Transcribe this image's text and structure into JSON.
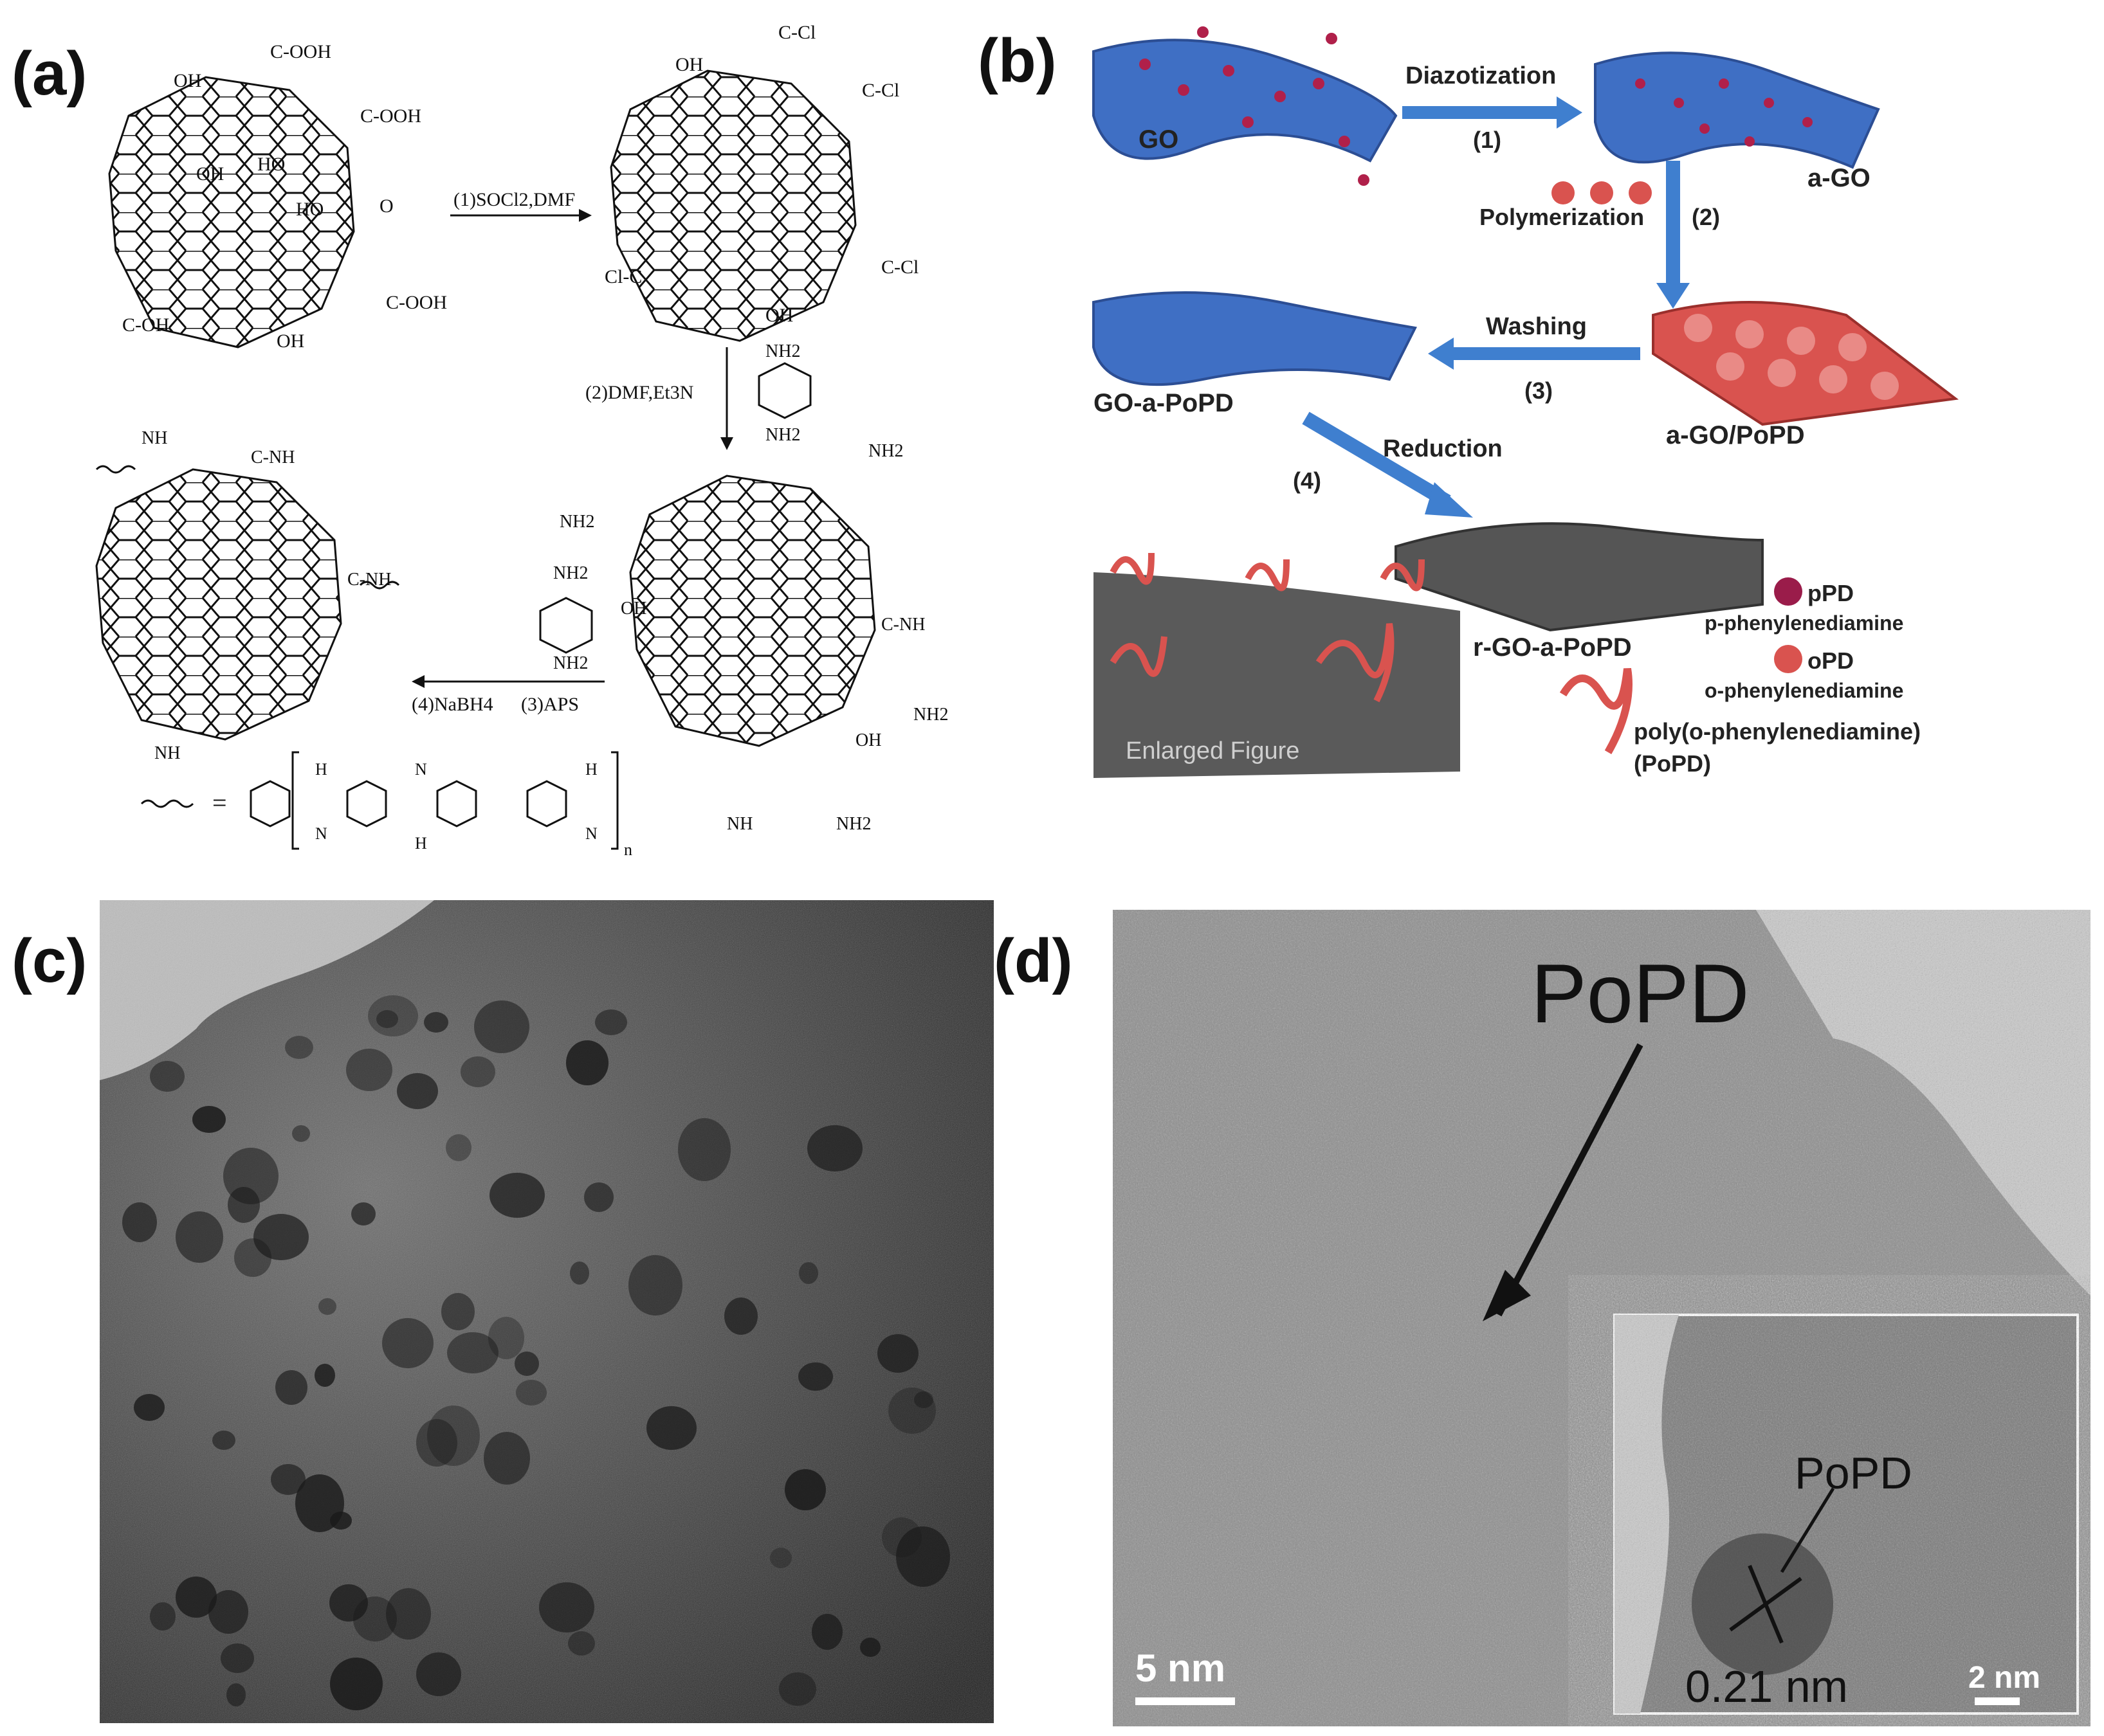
{
  "panels": {
    "a": {
      "letter": "(a)",
      "reagents": {
        "step1": "(1)SOCl2,DMF",
        "step2": "(2)DMF,Et3N",
        "step3": "(3)APS",
        "step4": "(4)NaBH4"
      },
      "groups": {
        "cooh": "C-OOH",
        "c_o_oh": "C-OH",
        "oh": "OH",
        "ho": "HO",
        "o": "O",
        "cocl": "C-Cl",
        "clc": "Cl-C",
        "nh2": "NH2",
        "conh": "C-NH",
        "nh": "NH",
        "hn": "H",
        "n": "N",
        "h": "H",
        "equals": "=",
        "sub_n": "n"
      }
    },
    "b": {
      "letter": "(b)",
      "labels": {
        "go": "GO",
        "a_go": "a-GO",
        "diazotization": "Diazotization",
        "step1": "(1)",
        "polymerization": "Polymerization",
        "step2": "(2)",
        "washing": "Washing",
        "step3": "(3)",
        "a_go_popd": "a-GO/PoPD",
        "go_a_popd": "GO-a-PoPD",
        "reduction": "Reduction",
        "step4": "(4)",
        "r_go_a_popd": "r-GO-a-PoPD",
        "enlarged": "Enlarged Figure",
        "ppd": "pPD",
        "ppd_full": "p-phenylenediamine",
        "opd": "oPD",
        "opd_full": "o-phenylenediamine",
        "popd_full": "poly(o-phenylenediamine)",
        "popd_abbr": "(PoPD)"
      },
      "colors": {
        "sheet_blue": "#3f6fc4",
        "dot": "#b0204a",
        "red": "#d9534f",
        "grey": "#555555"
      }
    },
    "c": {
      "letter": "(c)"
    },
    "d": {
      "letter": "(d)",
      "label_main": "PoPD",
      "label_inset": "PoPD",
      "scale_main": "5 nm",
      "scale_inset": "2 nm",
      "spacing": "0.21 nm"
    }
  }
}
